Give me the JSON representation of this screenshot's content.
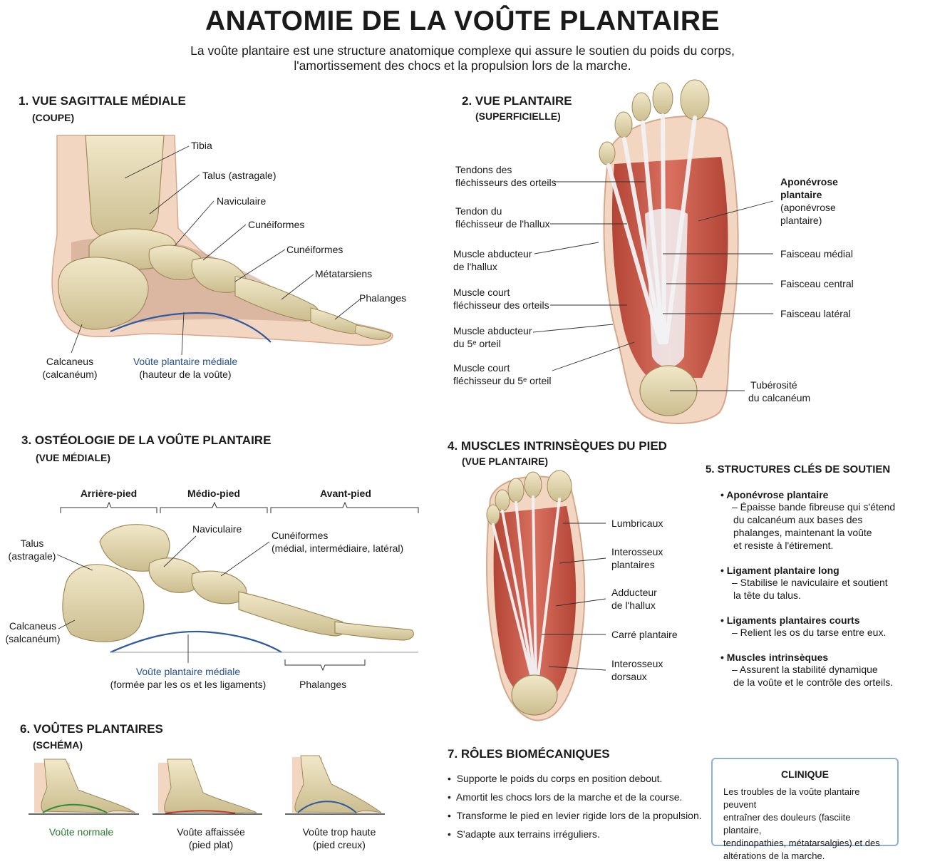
{
  "title": "ANATOMIE DE LA VOÛTE PLANTAIRE",
  "intro_line1": "La voûte plantaire est une structure anatomique complexe qui assure le soutien du poids du corps,",
  "intro_line2": "l'amortissement des chocs et la propulsion lors de la marche.",
  "s1": {
    "title": "1. VUE SAGITTALE MÉDIALE",
    "subtitle": "(COUPE)",
    "labels": {
      "tibia": "Tibia",
      "talus": "Talus (astragale)",
      "naviculaire": "Naviculaire",
      "cuneiformes1": "Cunéiformes",
      "cuneiformes2": "Cunéiformes",
      "metatarsiens": "Métatarsiens",
      "phalanges": "Phalanges",
      "calcaneus": "Calcaneus",
      "calcaneus_alt": "(calcanéum)",
      "arch": "Voûte plantaire médiale",
      "arch_sub": "(hauteur de la voûte)"
    }
  },
  "s2": {
    "title": "2. VUE PLANTAIRE",
    "subtitle": "(SUPERFICIELLE)",
    "left": {
      "l1a": "Tendons des",
      "l1b": "fléchisseurs des orteils",
      "l2a": "Tendon du",
      "l2b": "fléchisseur de l'hallux",
      "l3a": "Muscle abducteur",
      "l3b": "de l'hallux",
      "l4a": "Muscle court",
      "l4b": "fléchisseur des orteils",
      "l5a": "Muscle abducteur",
      "l5b": "du 5ᵉ orteil",
      "l6a": "Muscle court",
      "l6b": "fléchisseur du 5ᵉ orteil"
    },
    "right": {
      "apo_a": "Aponévrose",
      "apo_b": "plantaire",
      "apo_c": "(aponévrose",
      "apo_d": "plantaire)",
      "medial": "Faisceau médial",
      "central": "Faisceau central",
      "lateral": "Faisceau latéral",
      "tub_a": "Tubérosité",
      "tub_b": "du calcanéum"
    }
  },
  "s3": {
    "title": "3. OSTÉOLOGIE DE LA VOÛTE PLANTAIRE",
    "subtitle": "(VUE MÉDIALE)",
    "regions": {
      "arriere": "Arrière-pied",
      "medio": "Médio-pied",
      "avant": "Avant-pied"
    },
    "labels": {
      "talus_a": "Talus",
      "talus_b": "(astragale)",
      "naviculaire": "Naviculaire",
      "cun_a": "Cunéiformes",
      "cun_b": "(médial, intermédiaire, latéral)",
      "calc_a": "Calcaneus",
      "calc_b": "(salcanéum)",
      "arch": "Voûte plantaire médiale",
      "arch_sub": "(formée par les os et les ligaments)",
      "phalanges": "Phalanges"
    }
  },
  "s4": {
    "title": "4. MUSCLES INTRINSÈQUES DU PIED",
    "subtitle": "(VUE PLANTAIRE)",
    "labels": {
      "lumbricaux": "Lumbricaux",
      "io_pl_a": "Interosseux",
      "io_pl_b": "plantaires",
      "add_a": "Adducteur",
      "add_b": "de l'hallux",
      "carre": "Carré plantaire",
      "io_do_a": "Interosseux",
      "io_do_b": "dorsaux"
    }
  },
  "s5": {
    "title": "5. STRUCTURES CLÉS DE SOUTIEN",
    "items": [
      {
        "title": "Aponévrose plantaire",
        "lines": [
          "– Épaisse bande fibreuse qui s'étend",
          "du calcanéum aux bases des",
          "phalanges, maintenant la voûte",
          "et resiste à l'étirement."
        ]
      },
      {
        "title": "Ligament plantaire long",
        "lines": [
          "– Stabilise le naviculaire et soutient",
          "la tête du talus."
        ]
      },
      {
        "title": "Ligaments plantaires courts",
        "lines": [
          "– Relient les os du tarse entre eux."
        ]
      },
      {
        "title": "Muscles intrinsèques",
        "lines": [
          "– Assurent la stabilité dynamique",
          "de la voûte et le contrôle des orteils."
        ]
      }
    ]
  },
  "s6": {
    "title": "6. VOÛTES PLANTAIRES",
    "subtitle": "(SCHÉMA)",
    "normal": "Voûte normale",
    "flat_a": "Voûte affaissée",
    "flat_b": "(pied plat)",
    "high_a": "Voûte trop haute",
    "high_b": "(pied creux)"
  },
  "s7": {
    "title": "7. RÔLES BIOMÉCANIQUES",
    "items": [
      "Supporte le poids du corps en position debout.",
      "Amortit les chocs lors de la marche et de la course.",
      "Transforme le pied en levier rigide lors de la propulsion.",
      "S'adapte aux terrains irréguliers."
    ]
  },
  "clinique": {
    "title": "CLINIQUE",
    "lines": [
      "Les troubles de la voûte plantaire peuvent",
      "entraîner des douleurs (fasciite plantaire,",
      "tendinopathies, métatarsalgies) et des",
      "altérations de la marche."
    ]
  },
  "colors": {
    "bone": "#e7dcb8",
    "muscle": "#c9584a",
    "tendon": "#f2f2f4",
    "arch_blue": "#2f5aa0",
    "arch_green": "#2e8b3a",
    "arch_red": "#c0392b",
    "skin": "#f3d6c2"
  }
}
